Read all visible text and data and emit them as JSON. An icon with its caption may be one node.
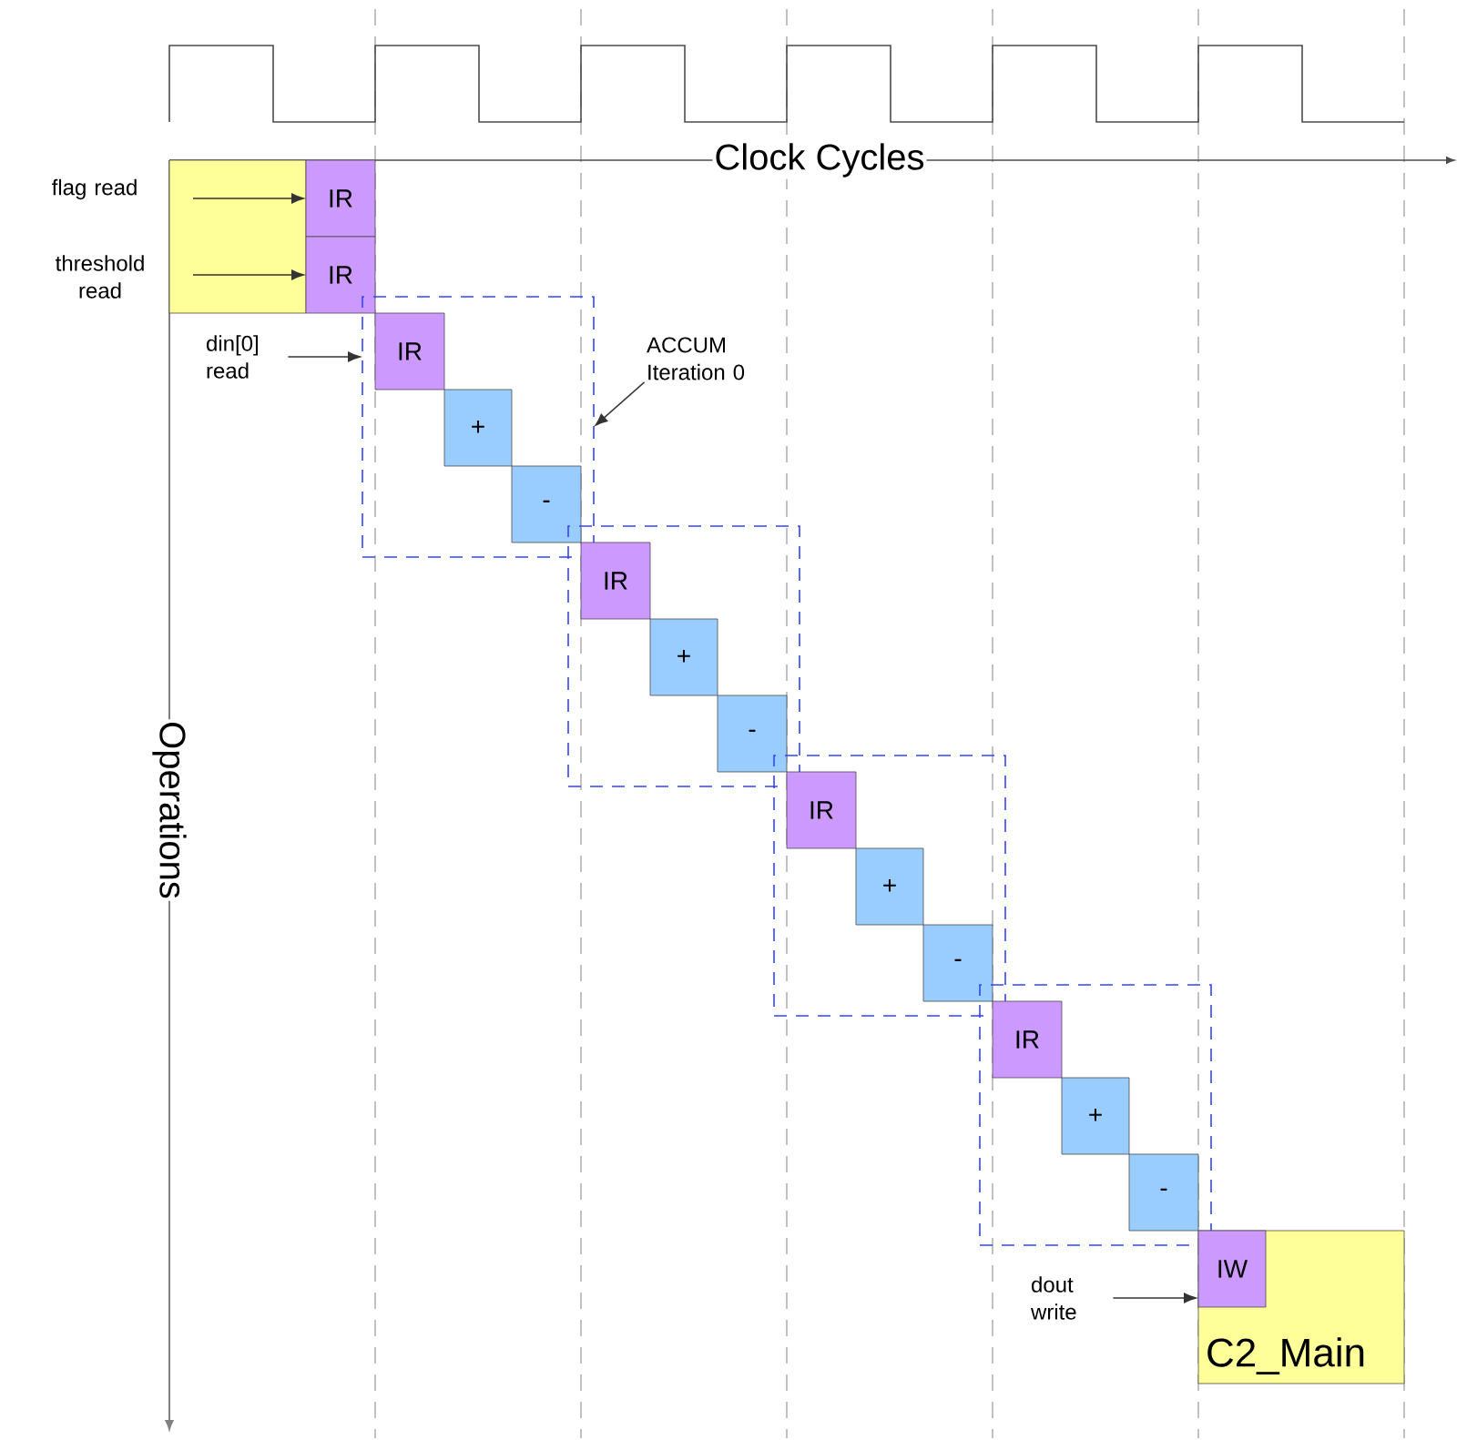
{
  "diagram": {
    "nodes": [
      {
        "text": [
          "flag read",
          "threshold read"
        ]
      },
      {
        "text": [
          "IR"
        ]
      },
      {
        "text": [
          "IR"
        ]
      },
      {
        "text": [
          "din[0] read"
        ]
      },
      {
        "text": [
          "ACCUM Iteration 0"
        ]
      },
      {
        "text": [],
        "shape": "box"
      },
      {
        "text": [
          "IR"
        ],
        "in": 5
      },
      {
        "text": [
          "+"
        ],
        "in": 5
      },
      {
        "text": [
          "-"
        ],
        "in": 5
      },
      {
        "text": [],
        "shape": "box"
      },
      {
        "text": [
          "IR"
        ],
        "in": 9
      },
      {
        "text": [
          "+"
        ],
        "in": 9
      },
      {
        "text": [
          "-"
        ],
        "in": 9
      },
      {
        "text": [],
        "shape": "box"
      },
      {
        "text": [
          "IR"
        ],
        "in": 13
      },
      {
        "text": [
          "+"
        ],
        "in": 13
      },
      {
        "text": [
          "-"
        ],
        "in": 13
      },
      {
        "text": [],
        "shape": "box"
      },
      {
        "text": [
          "IR"
        ],
        "in": 17
      },
      {
        "text": [
          "+"
        ],
        "in": 17
      },
      {
        "text": [
          "-"
        ],
        "in": 17
      },
      {
        "text": [
          "dout write"
        ]
      },
      {
        "text": [
          "C2_Main"
        ]
      },
      {
        "text": [
          "IW"
        ],
        "in": 22
      }
    ],
    "edges": [
      {
        "from": 0,
        "to": 1,
        "arrow": "to"
      },
      {
        "from": 0,
        "to": 2,
        "arrow": "to"
      },
      {
        "from": 3,
        "to": 5,
        "arrow": "to"
      },
      {
        "from": 4,
        "to": 5,
        "arrow": "to"
      },
      {
        "from": 21,
        "to": 23,
        "arrow": "to"
      }
    ],
    "labels": [
      "Clock Cycles",
      "Operations"
    ]
  }
}
